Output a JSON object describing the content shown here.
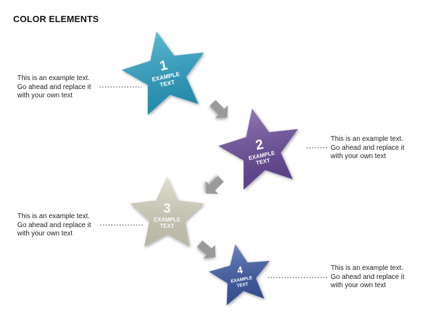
{
  "title": "COLOR ELEMENTS",
  "steps": [
    {
      "number": "1",
      "label_line1": "EXAMPLE",
      "label_line2": "TEXT",
      "color": "#2aa3c8",
      "caption": [
        "This is an example text.",
        "Go ahead and replace it",
        "with your own text"
      ],
      "side": "left"
    },
    {
      "number": "2",
      "label_line1": "EXAMPLE",
      "label_line2": "TEXT",
      "color": "#6a4c9c",
      "caption": [
        "This is an example text.",
        "Go ahead and replace it",
        "with your own text"
      ],
      "side": "right"
    },
    {
      "number": "3",
      "label_line1": "EXAMPLE",
      "label_line2": "TEXT",
      "color": "#d9d6c2",
      "caption": [
        "This is an example text.",
        "Go ahead and replace it",
        "with your own text"
      ],
      "side": "left"
    },
    {
      "number": "4",
      "label_line1": "EXAMPLE",
      "label_line2": "TEXT",
      "color": "#3d5aa6",
      "caption": [
        "This is an example text.",
        "Go ahead and replace it",
        "with your own text"
      ],
      "side": "right"
    }
  ],
  "arrow_color": "#9a9a9a",
  "connector_color": "#555555"
}
